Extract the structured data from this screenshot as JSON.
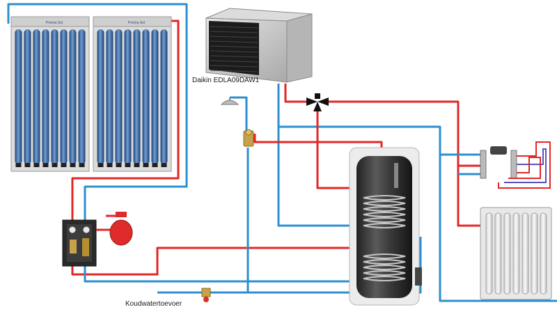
{
  "labels": {
    "heat_pump": "Daikin EDLA09DAW1",
    "cold_water_inlet": "Koudwatertoevoer"
  },
  "collector_brand": "Prisma Sol",
  "colors": {
    "hot_pipe": "#e32626",
    "cold_pipe": "#2b8fcf",
    "tank": "#2a2a2a",
    "heat_pump_unit": "#cfcfcf",
    "expansion_vessel": "#e02b2b",
    "collector_tube": "#2c5f9a"
  },
  "components": [
    {
      "id": "solar-collectors",
      "name": "solar-collectors",
      "count": 2
    },
    {
      "id": "heat-pump",
      "name": "heat-pump-outdoor-unit"
    },
    {
      "id": "shower",
      "name": "shower-head-icon"
    },
    {
      "id": "three-way-valve",
      "name": "three-way-valve-icon"
    },
    {
      "id": "mixing-valve",
      "name": "thermostatic-mixing-valve-icon"
    },
    {
      "id": "pump-station",
      "name": "solar-pump-station"
    },
    {
      "id": "expansion-vessel",
      "name": "expansion-vessel-icon"
    },
    {
      "id": "storage-tank",
      "name": "hot-water-storage-tank"
    },
    {
      "id": "floor-heating",
      "name": "floor-heating-manifold"
    },
    {
      "id": "radiator",
      "name": "radiator-icon"
    },
    {
      "id": "cold-inlet-valve",
      "name": "cold-water-inlet-valve-icon"
    }
  ]
}
